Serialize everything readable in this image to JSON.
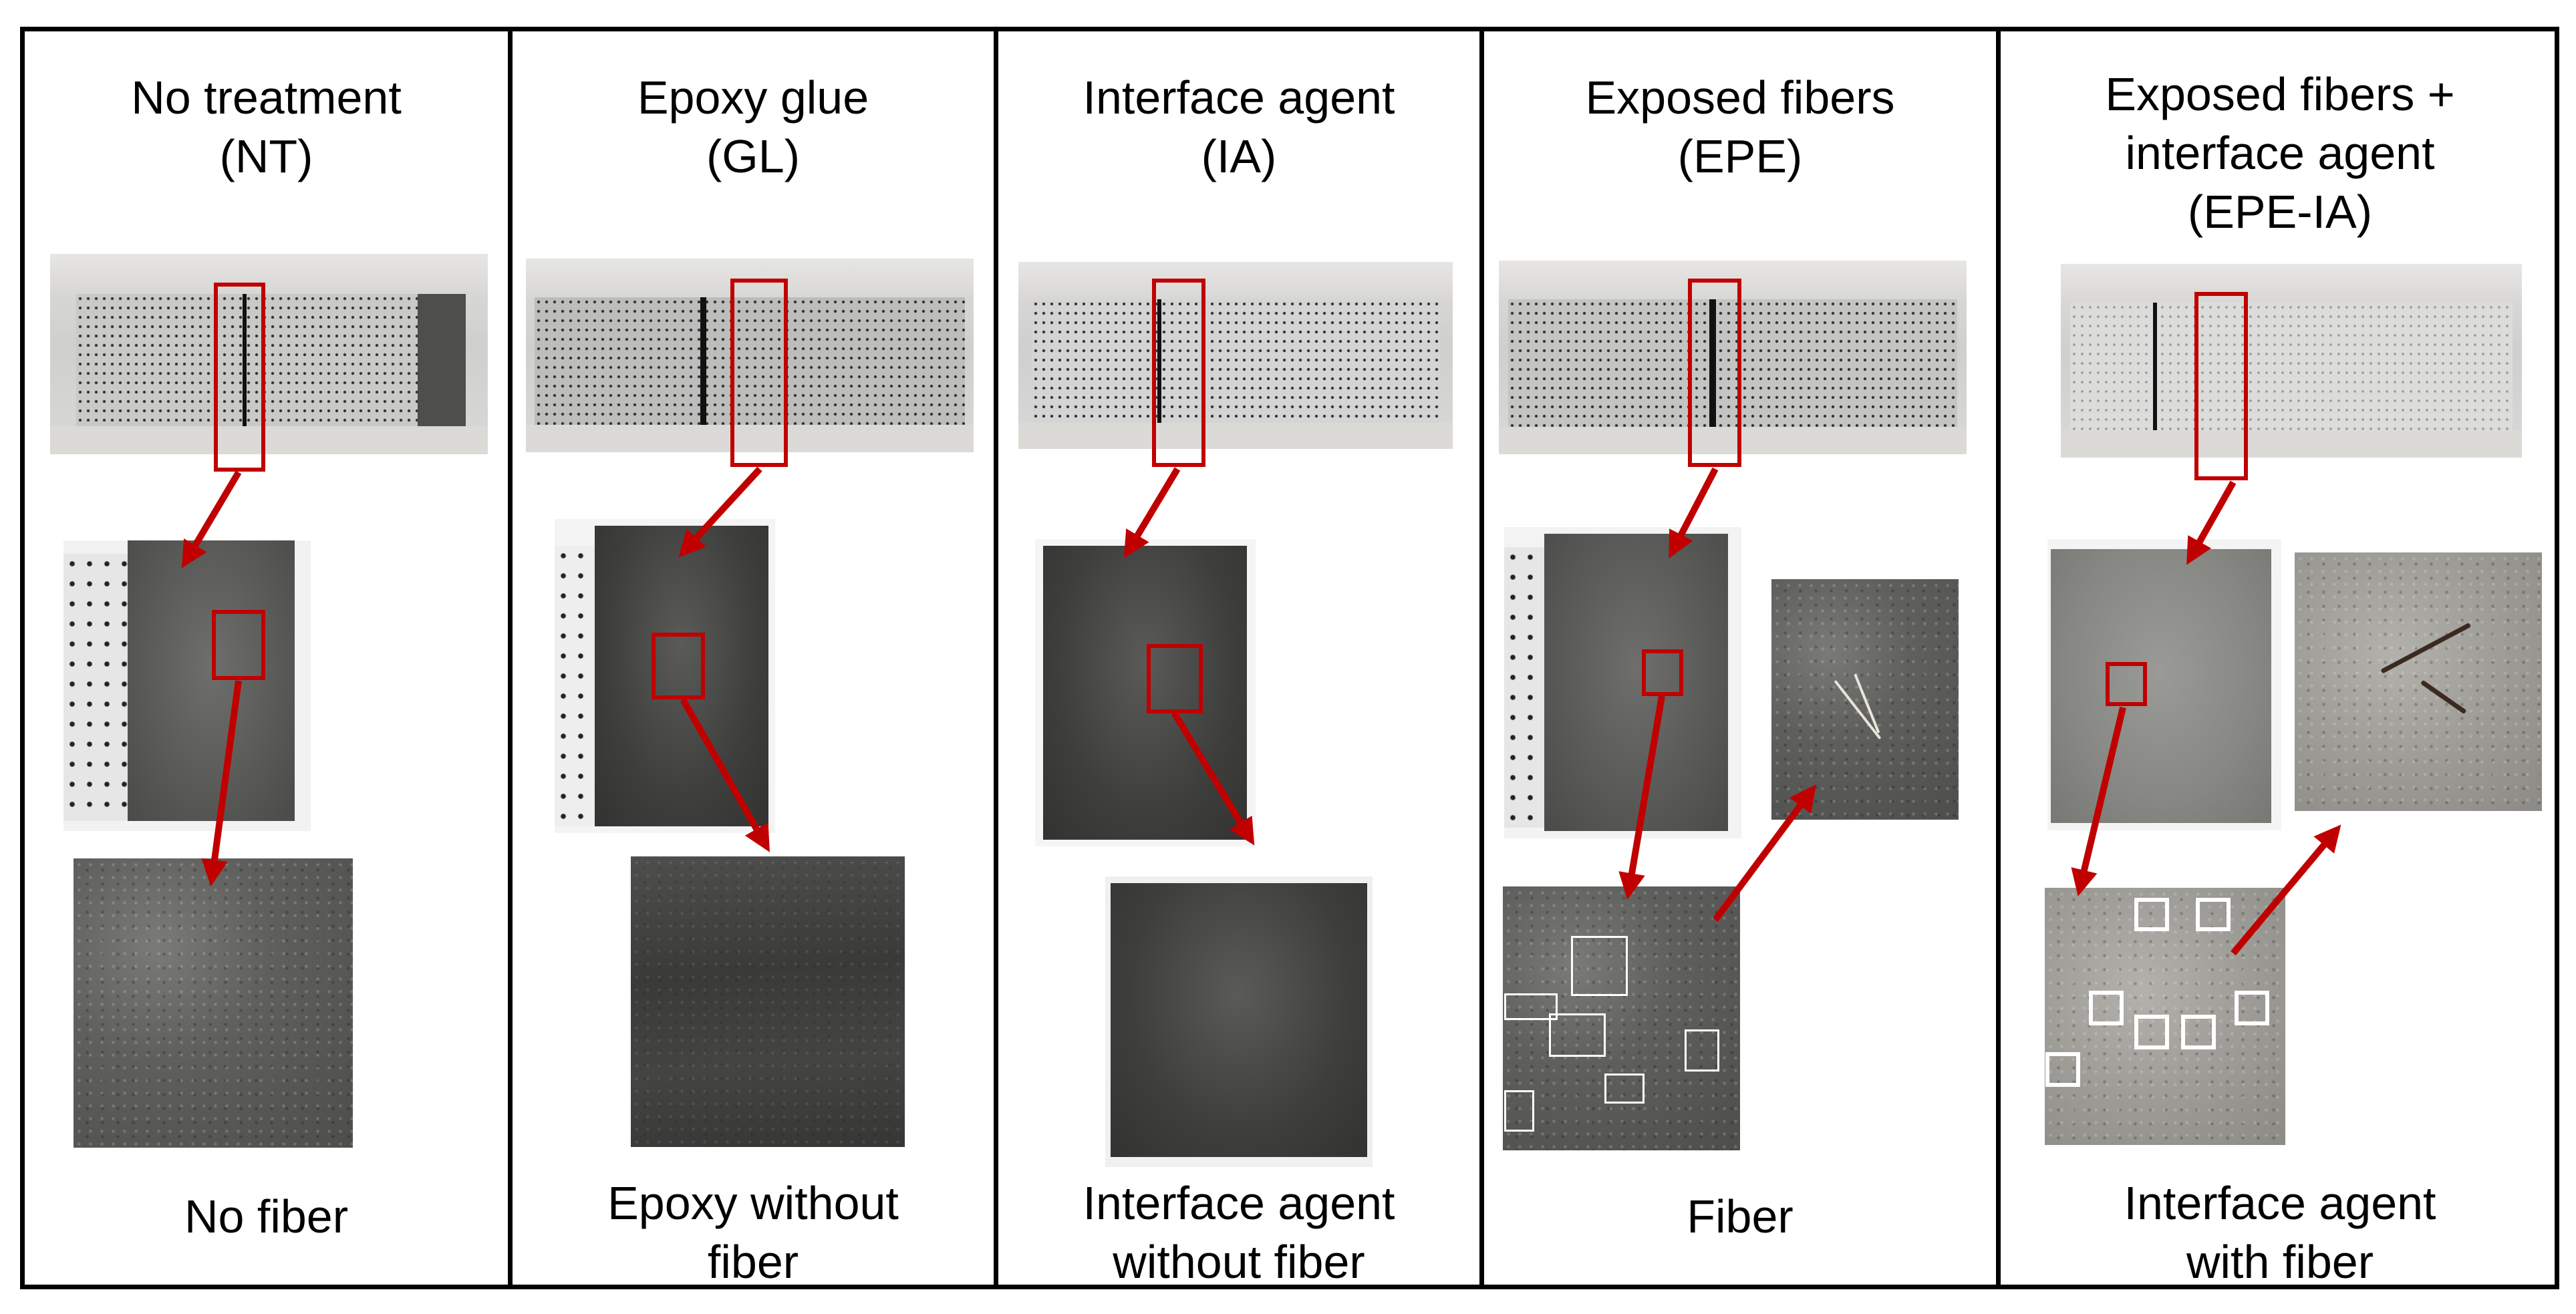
{
  "panels": [
    {
      "title_line1": "No treatment",
      "title_line2": "(NT)",
      "title_line3": "",
      "caption_line1": "No fiber",
      "caption_line2": ""
    },
    {
      "title_line1": "Epoxy glue",
      "title_line2": "(GL)",
      "title_line3": "",
      "caption_line1": "Epoxy without",
      "caption_line2": "fiber"
    },
    {
      "title_line1": "Interface agent",
      "title_line2": "(IA)",
      "title_line3": "",
      "caption_line1": "Interface agent",
      "caption_line2": "without fiber"
    },
    {
      "title_line1": "Exposed fibers",
      "title_line2": "(EPE)",
      "title_line3": "",
      "caption_line1": "Fiber",
      "caption_line2": ""
    },
    {
      "title_line1": "Exposed fibers +",
      "title_line2": "interface agent",
      "title_line3": "(EPE-IA)",
      "caption_line1": "Interface agent",
      "caption_line2": "with fiber"
    }
  ],
  "colors": {
    "frame": "#000000",
    "highlight": "#c00000",
    "fiber_marker": "#ffffff"
  }
}
